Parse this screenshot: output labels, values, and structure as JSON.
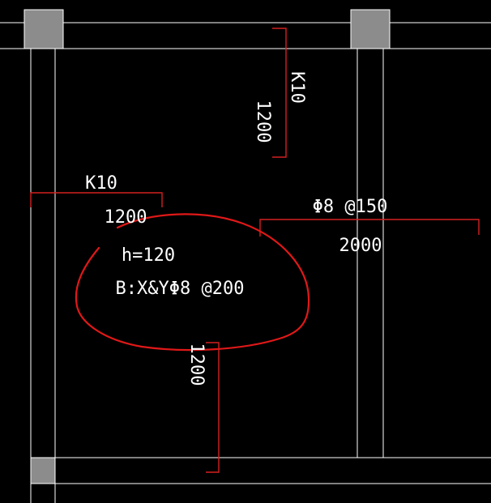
{
  "drawing": {
    "background": "#000000",
    "colors": {
      "beam_line": "#ffffff",
      "column_fill": "#8c8c8c",
      "dimension_line": "#d42020",
      "markup_cloud": "#e01818",
      "text": "#ffffff"
    },
    "annotations": {
      "rebar_top_right": {
        "label": "K10",
        "length": "1200"
      },
      "rebar_left": {
        "label": "K10",
        "length": "1200"
      },
      "rebar_span": {
        "label": "Φ8 @150",
        "length": "2000"
      },
      "rebar_bottom": {
        "length": "1200"
      },
      "slab": {
        "thickness": "h=120",
        "bottom_reinforcement": "B:X&YΦ8 @200"
      }
    }
  }
}
